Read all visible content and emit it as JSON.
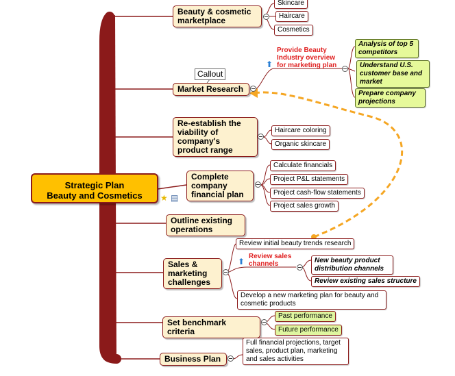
{
  "central": {
    "line1": "Strategic Plan",
    "line2": "Beauty and Cosmetics"
  },
  "branches": {
    "beauty_marketplace": {
      "label": "Beauty & cosmetic marketplace",
      "children": [
        "Skincare",
        "Haircare",
        "Cosmetics"
      ]
    },
    "market_research": {
      "label": "Market Research",
      "callout": "Callout",
      "provide": "Provide Beauty Industry overview for marketing plan",
      "children": [
        "Analysis of top 5 competitors",
        "Understand U.S. customer base and market",
        "Prepare company projections"
      ]
    },
    "reestablish": {
      "label": "Re-establish the viability of company's product range",
      "children": [
        "Haircare coloring",
        "Organic skincare"
      ]
    },
    "financial": {
      "label": "Complete company financial plan",
      "children": [
        "Calculate financials",
        "Project P&L statements",
        "Project cash-flow statements",
        "Project sales growth"
      ]
    },
    "operations": {
      "label": "Outline existing operations"
    },
    "sales": {
      "label": "Sales & marketing challenges",
      "review_trends": "Review initial beauty trends research",
      "review_channels": "Review sales channels",
      "channels_children": [
        "New beauty product distribution channels",
        "Review existing sales structure"
      ],
      "develop": "Develop a new marketing plan for beauty and cosmetic products"
    },
    "benchmark": {
      "label": "Set benchmark criteria",
      "children": [
        "Past performance",
        "Future performance"
      ]
    },
    "business_plan": {
      "label": "Business Plan",
      "child": "Full financial projections, target sales, product plan, marketing and sales activities"
    }
  },
  "colors": {
    "trunk": "#8b1a1a",
    "central_fill": "#ffc000",
    "topic_fill": "#fdf1cf",
    "highlight": "#dff6a0",
    "relationship": "#f5a623",
    "red_text": "#e02020"
  },
  "icons": {
    "central": [
      "star-icon",
      "note-icon"
    ],
    "market_research": "arrow-up-icon",
    "sales": "arrow-up-icon"
  }
}
